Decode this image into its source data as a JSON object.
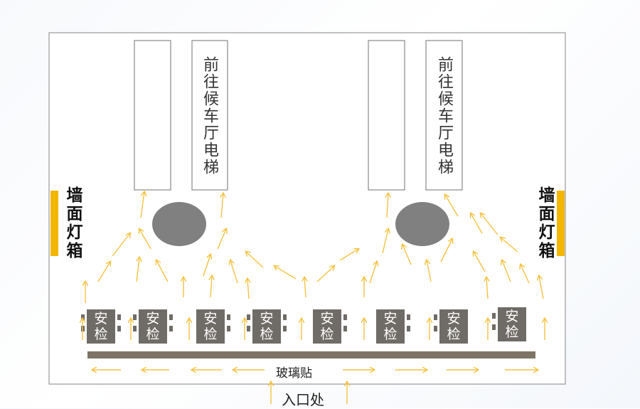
{
  "elevator_label": "前往候车厅电梯",
  "wall_lightbox_label": "墙面灯箱",
  "security_check_label": "安检",
  "glass_label": "玻璃贴",
  "entrance_label": "入口处",
  "colors": {
    "arrow": "#f5c242",
    "lightbox": "#f2b705",
    "security": "#6f6b66",
    "glass_bar": "#7e7466",
    "pillar": "#808080",
    "outline": "#9a9a9a"
  }
}
